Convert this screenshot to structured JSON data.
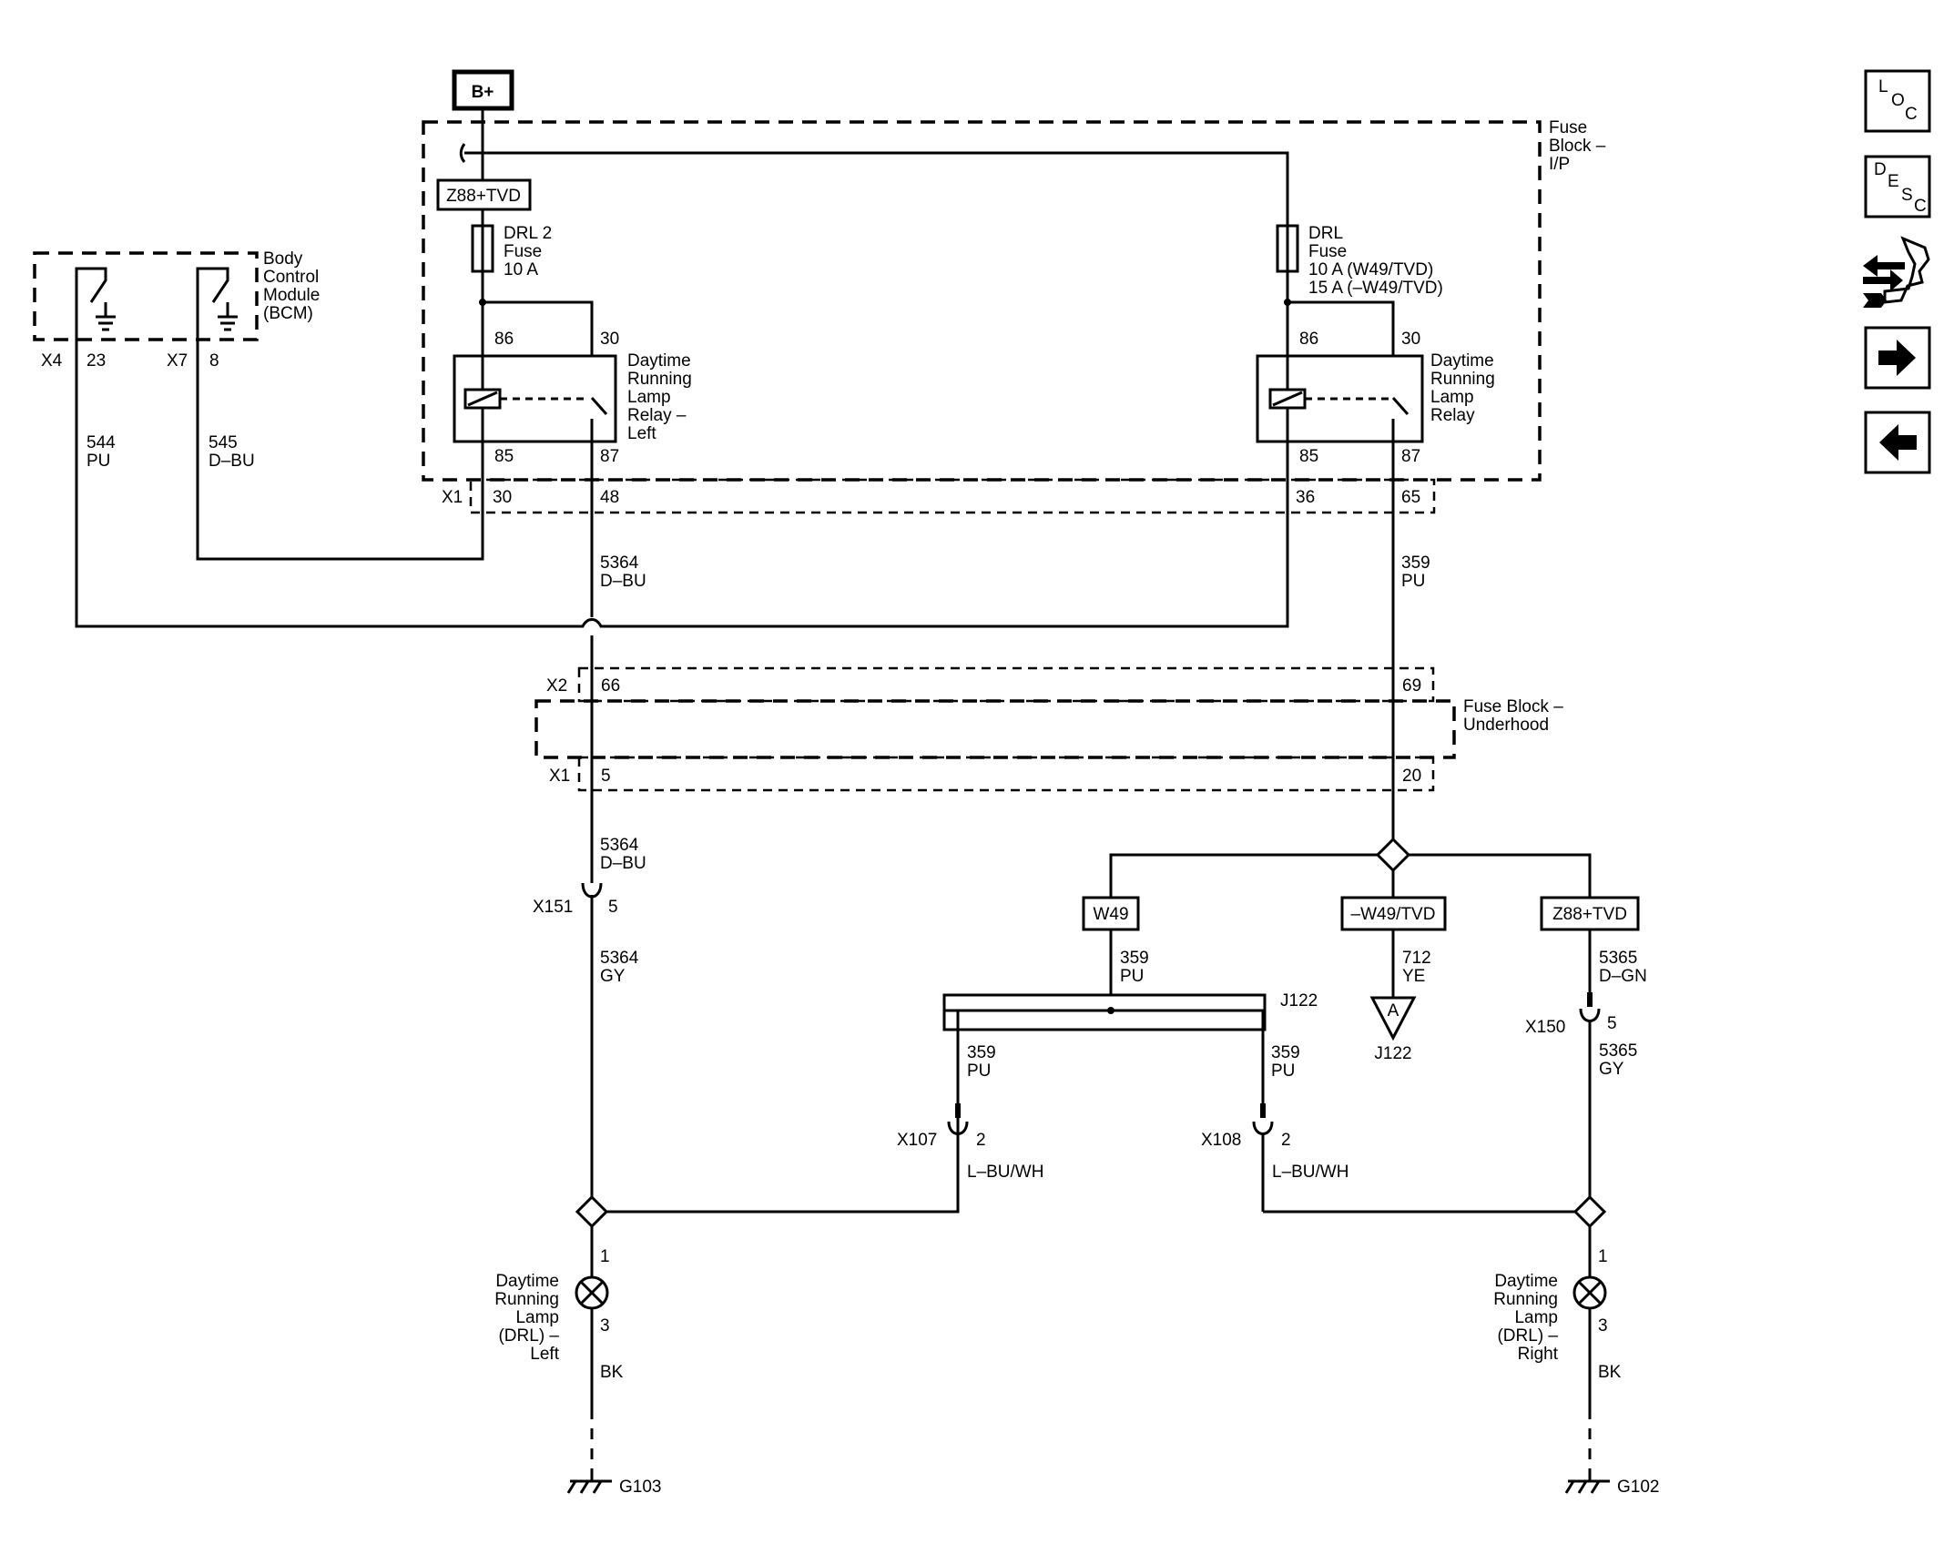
{
  "power": {
    "source": "B+"
  },
  "fuse_block_ip": {
    "name_l1": "Fuse",
    "name_l2": "Block –",
    "name_l3": "I/P"
  },
  "fuse_block_uh": {
    "name_l1": "Fuse Block –",
    "name_l2": "Underhood"
  },
  "bcm": {
    "l1": "Body",
    "l2": "Control",
    "l3": "Module",
    "l4": "(BCM)"
  },
  "options": {
    "z88_tvd": "Z88+TVD",
    "w49": "W49",
    "not_w49_tvd": "–W49/TVD"
  },
  "fuses": {
    "drl2": {
      "l1": "DRL 2",
      "l2": "Fuse",
      "l3": "10 A"
    },
    "drl": {
      "l1": "DRL",
      "l2": "Fuse",
      "l3": "10 A (W49/TVD)",
      "l4": "15 A (–W49/TVD)"
    }
  },
  "relays": {
    "left": {
      "l1": "Daytime",
      "l2": "Running",
      "l3": "Lamp",
      "l4": "Relay –",
      "l5": "Left",
      "p86": "86",
      "p30": "30",
      "p85": "85",
      "p87": "87"
    },
    "right": {
      "l1": "Daytime",
      "l2": "Running",
      "l3": "Lamp",
      "l4": "Relay",
      "p86": "86",
      "p30": "30",
      "p85": "85",
      "p87": "87"
    }
  },
  "connectors": {
    "x1": "X1",
    "x2": "X2",
    "x4": "X4",
    "x7": "X7",
    "x151": "X151",
    "x150": "X150",
    "x107": "X107",
    "x108": "X108",
    "j122": "J122"
  },
  "pins": {
    "x4_23": "23",
    "x7_8": "8",
    "x1_30": "30",
    "x1_48": "48",
    "x1_36": "36",
    "x1_65": "65",
    "x2_66": "66",
    "x2_69": "69",
    "x1b_5": "5",
    "x1b_20": "20",
    "x151_5": "5",
    "x150_5": "5",
    "x107_2": "2",
    "x108_2": "2",
    "lamp_l_1": "1",
    "lamp_l_3": "3",
    "lamp_r_1": "1",
    "lamp_r_3": "3"
  },
  "wires": {
    "w544_num": "544",
    "w544_col": "PU",
    "w545_num": "545",
    "w545_col": "D–BU",
    "w5364a_num": "5364",
    "w5364a_col": "D–BU",
    "w359a_num": "359",
    "w359a_col": "PU",
    "w5364b_num": "5364",
    "w5364b_col": "D–BU",
    "w5364c_num": "5364",
    "w5364c_col": "GY",
    "w359b_num": "359",
    "w359b_col": "PU",
    "w712_num": "712",
    "w712_col": "YE",
    "w5365a_num": "5365",
    "w5365a_col": "D–GN",
    "w5365b_num": "5365",
    "w5365b_col": "GY",
    "w359c_num": "359",
    "w359c_col": "PU",
    "w359d_num": "359",
    "w359d_col": "PU",
    "lbuwh_l": "L–BU/WH",
    "lbuwh_r": "L–BU/WH",
    "bk_l": "BK",
    "bk_r": "BK"
  },
  "offpage": {
    "ref": "A",
    "label": "J122"
  },
  "lamps": {
    "left": {
      "l1": "Daytime",
      "l2": "Running",
      "l3": "Lamp",
      "l4": "(DRL) –",
      "l5": "Left"
    },
    "right": {
      "l1": "Daytime",
      "l2": "Running",
      "l3": "Lamp",
      "l4": "(DRL) –",
      "l5": "Right"
    }
  },
  "grounds": {
    "left": "G103",
    "right": "G102"
  },
  "nav": {
    "loc": {
      "a": "L",
      "b": "O",
      "c": "C"
    },
    "desc": {
      "a": "D",
      "b": "E",
      "c": "S",
      "d": "C"
    },
    "icons": [
      "connector-icon",
      "arrow-right-icon",
      "arrow-left-icon"
    ]
  }
}
